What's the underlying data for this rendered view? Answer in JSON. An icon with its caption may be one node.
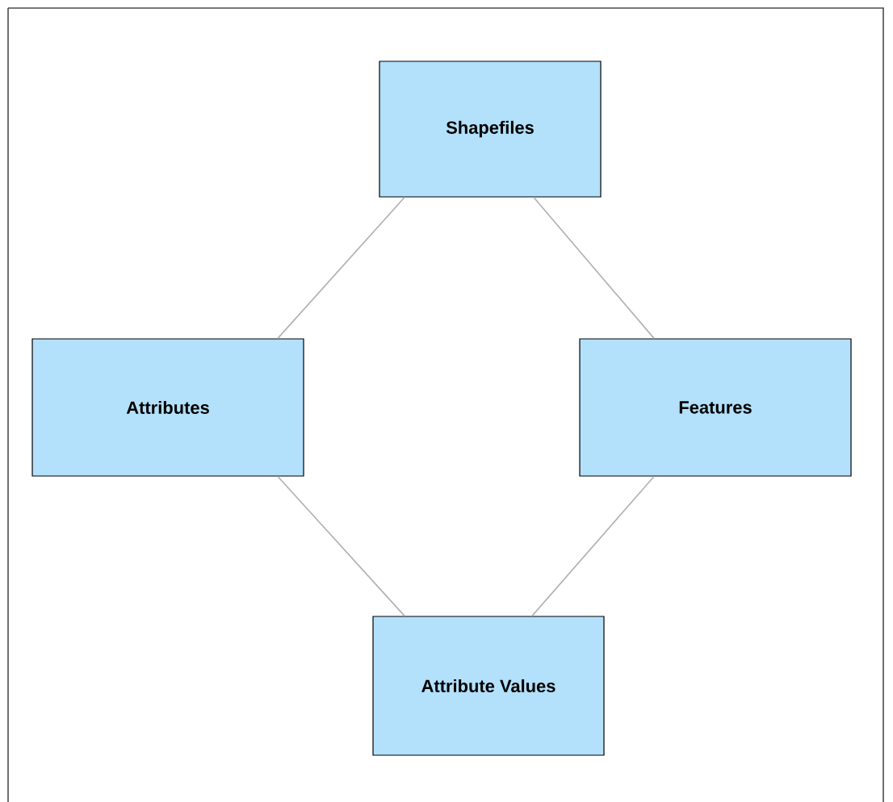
{
  "diagram": {
    "nodes": [
      {
        "text": [
          "Shapefiles"
        ]
      },
      {
        "text": [
          "Attributes"
        ]
      },
      {
        "text": [
          "Features"
        ]
      },
      {
        "text": [
          "Attribute Values"
        ]
      }
    ],
    "edges": [
      {
        "from": 0,
        "to": 1,
        "arrow": "none"
      },
      {
        "from": 0,
        "to": 2,
        "arrow": "none"
      },
      {
        "from": 1,
        "to": 3,
        "arrow": "none"
      },
      {
        "from": 2,
        "to": 3,
        "arrow": "none"
      }
    ]
  }
}
